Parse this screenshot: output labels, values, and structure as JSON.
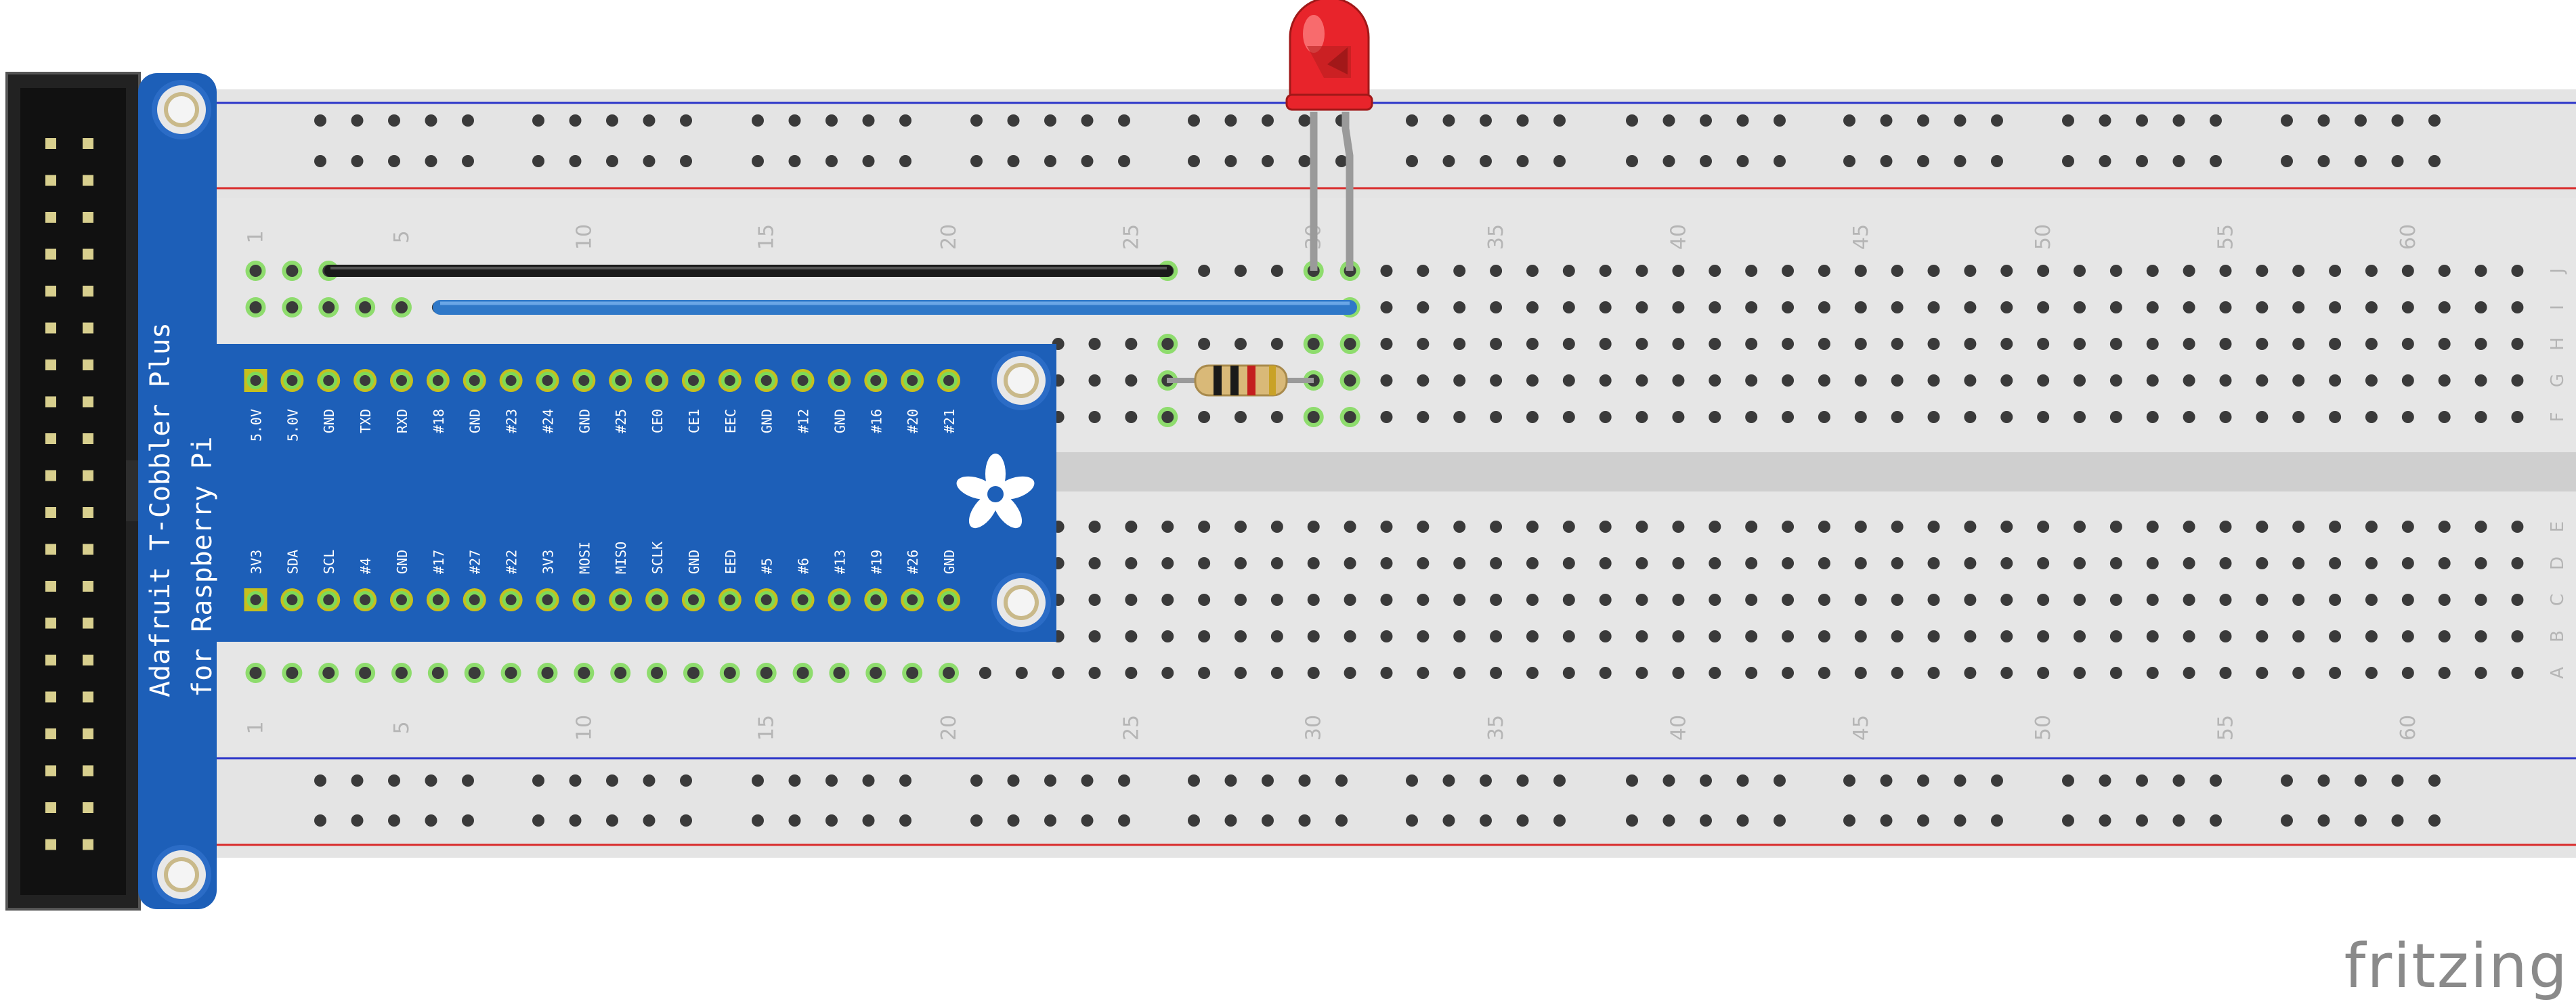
{
  "breadboard": {
    "column_numbers": [
      "1",
      "5",
      "10",
      "15",
      "20",
      "25",
      "30",
      "35",
      "40",
      "45",
      "50",
      "55",
      "60"
    ],
    "row_letters_top": [
      "J",
      "I",
      "H",
      "G",
      "F"
    ],
    "row_letters_bottom": [
      "E",
      "D",
      "C",
      "B",
      "A"
    ]
  },
  "cobbler": {
    "title_line1": "Adafruit T-Cobbler Plus",
    "title_line2": "for Raspberry Pi",
    "top_pins": [
      "5.0V",
      "5.0V",
      "GND",
      "TXD",
      "RXD",
      "#18",
      "GND",
      "#23",
      "#24",
      "GND",
      "#25",
      "CE0",
      "CE1",
      "EEC",
      "GND",
      "#12",
      "GND",
      "#16",
      "#20",
      "#21"
    ],
    "bottom_pins": [
      "3V3",
      "SDA",
      "SCL",
      "#4",
      "GND",
      "#17",
      "#27",
      "#22",
      "3V3",
      "MOSI",
      "MISO",
      "SCLK",
      "GND",
      "EED",
      "#5",
      "#6",
      "#13",
      "#19",
      "#26",
      "GND"
    ],
    "logo": "adafruit-flower-icon"
  },
  "components": {
    "led": {
      "color": "#e8242b",
      "label": "red-led"
    },
    "resistor": {
      "bands": [
        "#1a1a1a",
        "#1a1a1a",
        "#c41e1e",
        "#c9a227"
      ]
    },
    "wires": [
      {
        "name": "black-jumper-wire",
        "color": "#1a1a1a"
      },
      {
        "name": "blue-jumper-wire",
        "color": "#2f78c8"
      }
    ]
  },
  "watermark": {
    "text": "fritzing"
  },
  "colors": {
    "board": "#e6e6e6",
    "cobbler_blue": "#1d5fb8",
    "rail_red": "#d92b2b",
    "rail_blue": "#2b35c9",
    "highlight_green": "#7ed957"
  }
}
